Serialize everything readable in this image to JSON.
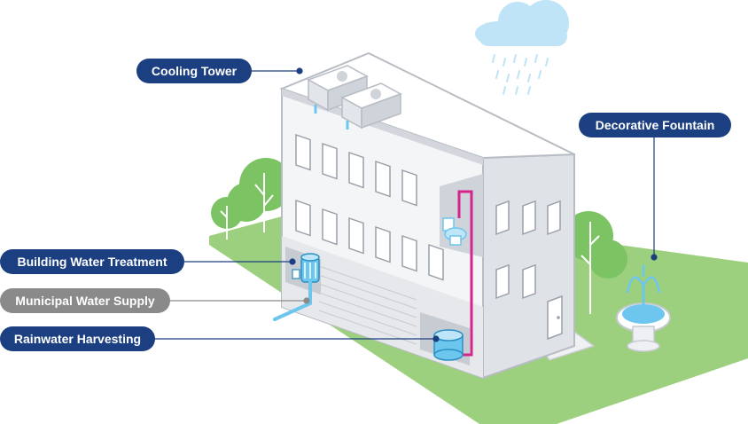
{
  "callouts": {
    "cooling_tower": "Cooling Tower",
    "decorative_fountain": "Decorative Fountain",
    "building_water_treatment": "Building Water Treatment",
    "municipal_water_supply": "Municipal Water Supply",
    "rainwater_harvesting": "Rainwater Harvesting"
  },
  "colors": {
    "callout_navy": "#1b3f80",
    "callout_grey": "#8a8a8a",
    "pipe_magenta": "#d6248c",
    "water_blue": "#6cc6ee",
    "grass_green": "#9dd07e",
    "tree_green": "#7cc463",
    "building_light": "#f4f5f7",
    "building_shade": "#d3d6dc"
  },
  "icons": [
    "cloud-icon",
    "rain-icon",
    "cooling-tower-icon",
    "toilet-icon",
    "water-treatment-tank-icon",
    "rainwater-tank-icon",
    "fountain-icon",
    "tree-icon",
    "door-icon"
  ]
}
